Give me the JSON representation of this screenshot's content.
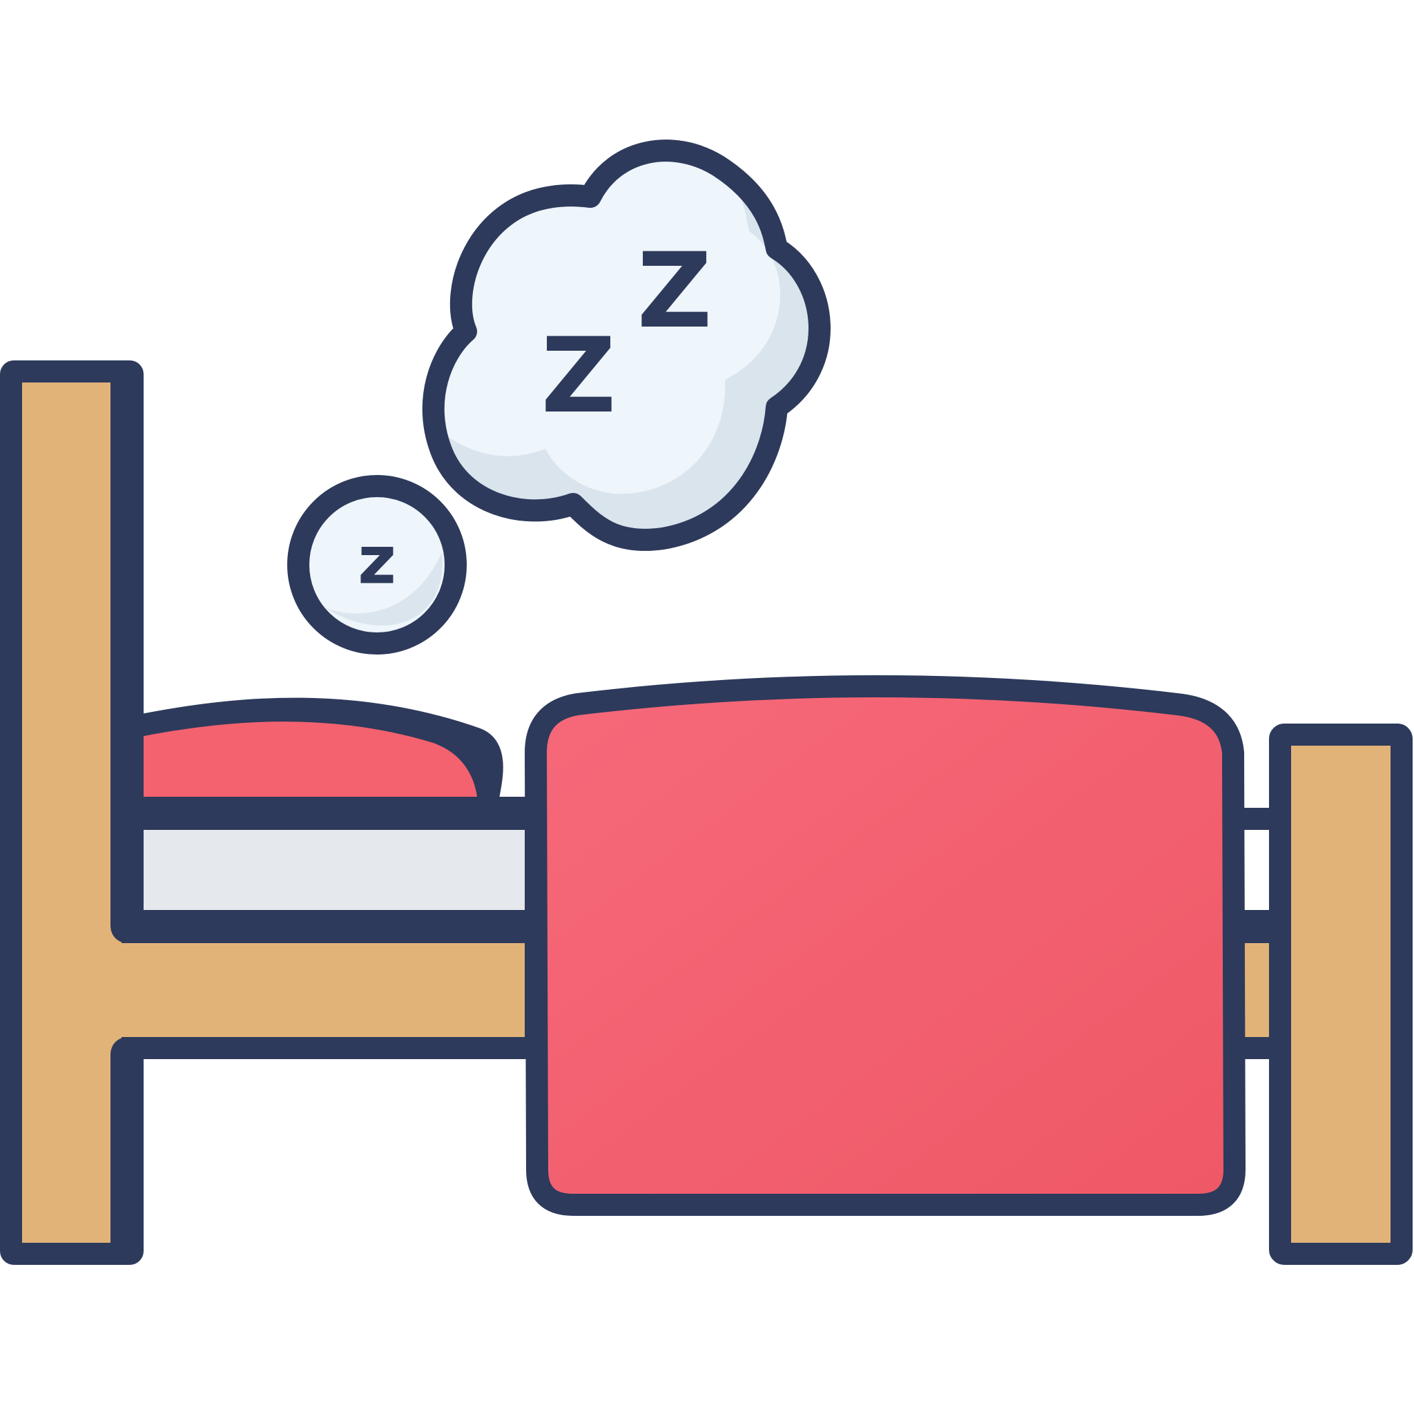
{
  "illustration": {
    "subject": "sleeping-in-bed-icon",
    "sleep_letters": {
      "small_bubble": "z",
      "cloud_first": "Z",
      "cloud_second": "Z"
    },
    "colors": {
      "outline": "#2d3a5b",
      "bed_frame": "#e2b378",
      "blanket": "#f4626f",
      "pillow": "#f4626f",
      "mattress": "#e5e9ed",
      "cloud_fill": "#eef5fb",
      "cloud_shade": "#d6e1ea",
      "background": "#ffffff"
    }
  }
}
